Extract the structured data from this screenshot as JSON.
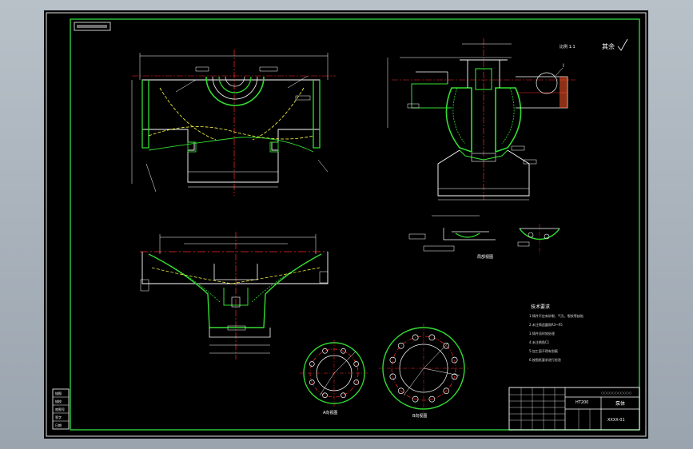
{
  "drawing": {
    "scale_note": "比例 1:1",
    "corner_mark": "其余",
    "section_mark": "I",
    "tech_title": "技术要求",
    "tech_lines": [
      "1.铸件不应有砂眼、气孔、裂纹等缺陷",
      "2.未注铸造圆角R3~R5",
      "3.铸件须时效处理",
      "4.未注倒角C1",
      "5.加工面不得有划痕",
      "6.按图纸要求进行检验"
    ],
    "view_labels": {
      "detail": "局部视图",
      "left_circle": "A向视图",
      "right_circle": "B向视图"
    },
    "title_block": {
      "name": "泵体",
      "code": "XXXX-01",
      "material": "HT200",
      "header_text": "○○○○○○○○○○○"
    },
    "side_labels": [
      "描图",
      "描校",
      "底图号",
      "签字",
      "日期"
    ]
  },
  "colors": {
    "background": "#000000",
    "frame": "#2ecc40",
    "outline": "#ffffff",
    "dimension": "#ffffff",
    "centerline": "#ff2a2a",
    "hidden": "#ffff44",
    "hatch": "#33dd33"
  }
}
